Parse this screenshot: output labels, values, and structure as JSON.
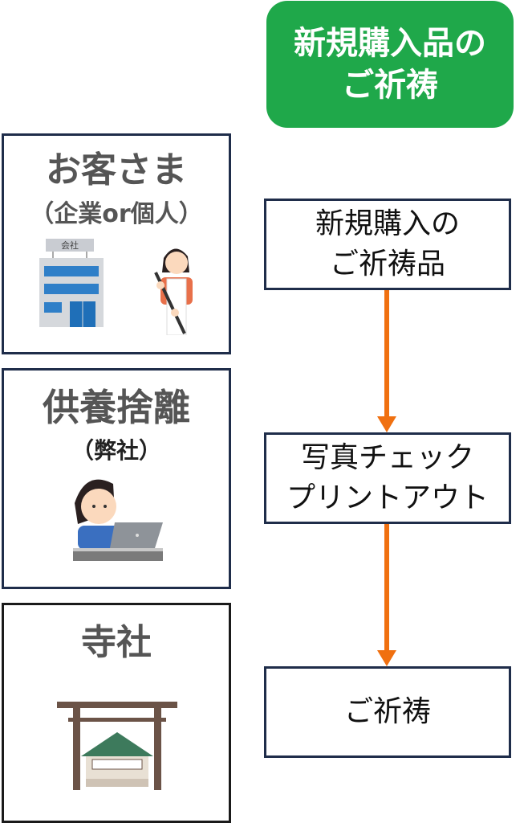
{
  "header": {
    "line1": "新規購入品の",
    "line2": "ご祈祷",
    "color": "#1fa84a"
  },
  "lanes": [
    {
      "title": "お客さま",
      "subtitle": "（企業or個人）",
      "illustrations": [
        "office-building-icon",
        "staff-woman-with-broom-icon"
      ]
    },
    {
      "title": "供養捨離",
      "subtitle": "（弊社）",
      "illustrations": [
        "woman-at-laptop-icon"
      ]
    },
    {
      "title": "寺社",
      "subtitle": "",
      "illustrations": [
        "torii-shrine-icon"
      ]
    }
  ],
  "building_sign": "会社",
  "steps": [
    {
      "line1": "新規購入の",
      "line2": "ご祈祷品"
    },
    {
      "line1": "写真チェック",
      "line2": "プリントアウト"
    },
    {
      "line1": "ご祈祷",
      "line2": ""
    }
  ],
  "arrow_color": "#f07010",
  "border_color": "#1f2d4a"
}
